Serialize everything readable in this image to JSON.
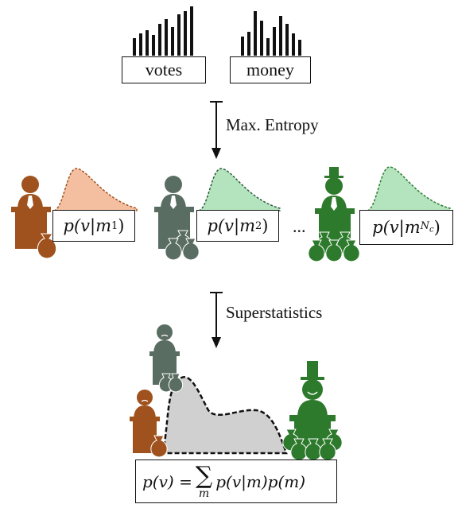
{
  "inputs": {
    "votes_label": "votes",
    "money_label": "money"
  },
  "steps": {
    "max_entropy_label": "Max. Entropy",
    "superstatistics_label": "Superstatistics"
  },
  "conditionals": {
    "c1": {
      "prefix": "p(v|m",
      "sub": "1",
      "suffix": ")"
    },
    "c2": {
      "prefix": "p(v|m",
      "sub": "2",
      "suffix": ")"
    },
    "c3": {
      "prefix": "p(v|m",
      "sub": "N",
      "subsub": "c",
      "suffix": ")"
    },
    "ellipsis": "..."
  },
  "formula": {
    "lhs": "p(v) =",
    "sum": "∑",
    "index": "m",
    "rhs": "p(v|m)p(m)"
  },
  "colors": {
    "brown": "#a0521e",
    "slate": "#5a6d62",
    "green": "#2e7a2c",
    "orange_fill": "#f4bfa0",
    "green_fill": "#b3e4bd",
    "gray_fill": "#d0d0d0"
  }
}
